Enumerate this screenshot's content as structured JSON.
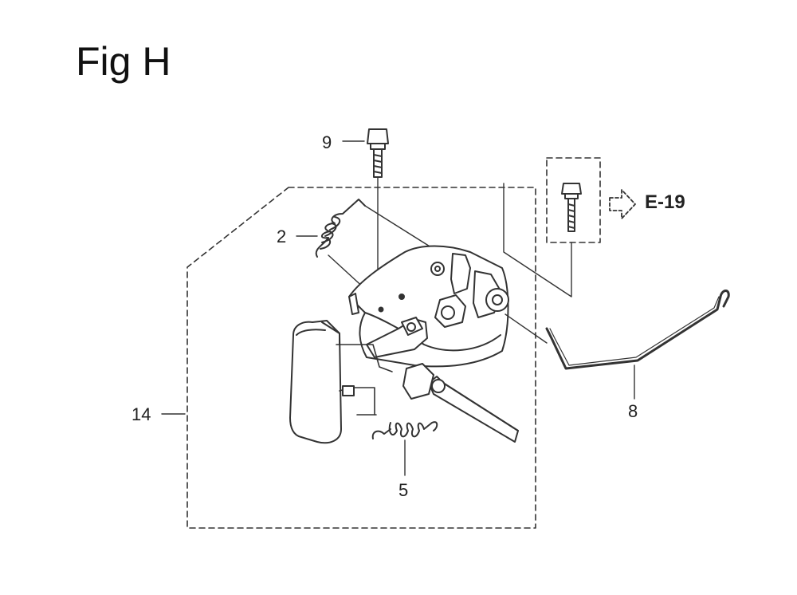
{
  "title": "Fig H",
  "callouts": {
    "part_9": "9",
    "part_2": "2",
    "part_14": "14",
    "part_5": "5",
    "part_8": "8"
  },
  "reference": {
    "label": "E-19",
    "icon": "arrow-right-icon"
  }
}
